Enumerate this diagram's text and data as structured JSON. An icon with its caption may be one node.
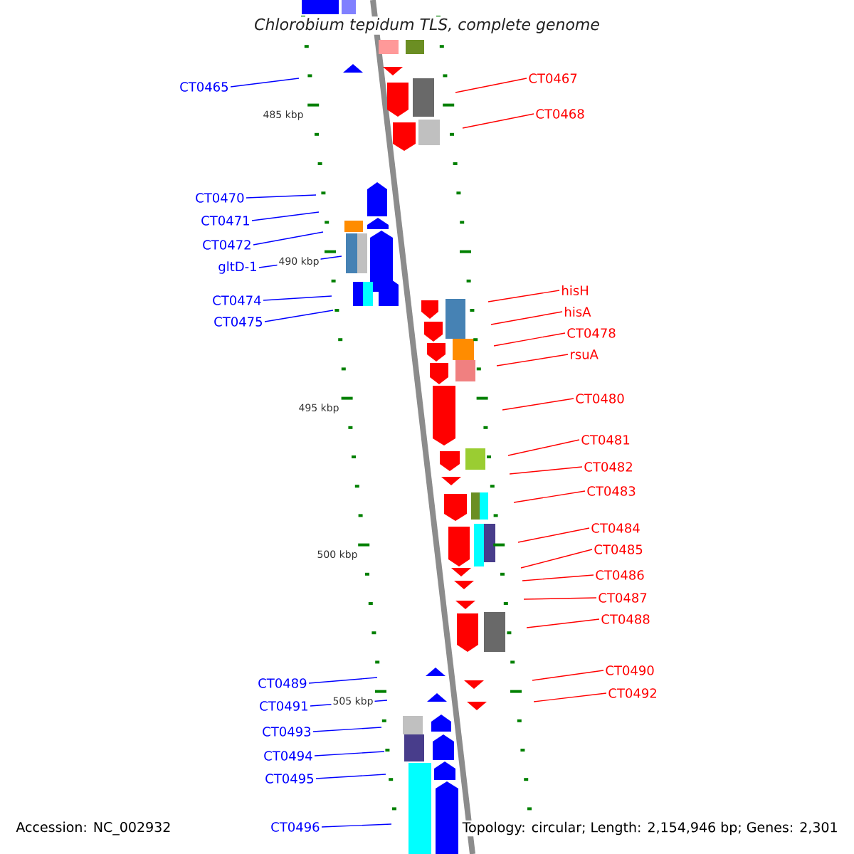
{
  "diagram": {
    "title": "*Chlorobium tepidum* TLS, complete genome",
    "nodes": [
      {
        "text": [
          "CT0465"
        ]
      },
      {
        "text": [
          "CT0467"
        ]
      },
      {
        "text": [
          "CT0468"
        ]
      },
      {
        "text": [
          "CT0470"
        ]
      },
      {
        "text": [
          "CT0471"
        ]
      },
      {
        "text": [
          "CT0472"
        ]
      },
      {
        "text": [
          "gltD-1"
        ]
      },
      {
        "text": [
          "CT0474"
        ]
      },
      {
        "text": [
          "CT0475"
        ]
      },
      {
        "text": [
          "hisH"
        ]
      },
      {
        "text": [
          "hisA"
        ]
      },
      {
        "text": [
          "CT0478"
        ]
      },
      {
        "text": [
          "rsuA"
        ]
      },
      {
        "text": [
          "CT0480"
        ]
      },
      {
        "text": [
          "CT0481"
        ]
      },
      {
        "text": [
          "CT0482"
        ]
      },
      {
        "text": [
          "CT0483"
        ]
      },
      {
        "text": [
          "CT0484"
        ]
      },
      {
        "text": [
          "CT0485"
        ]
      },
      {
        "text": [
          "CT0486"
        ]
      },
      {
        "text": [
          "CT0487"
        ]
      },
      {
        "text": [
          "CT0488"
        ]
      },
      {
        "text": [
          "CT0489"
        ]
      },
      {
        "text": [
          "CT0490"
        ]
      },
      {
        "text": [
          "CT0491"
        ]
      },
      {
        "text": [
          "CT0492"
        ]
      },
      {
        "text": [
          "CT0493"
        ]
      },
      {
        "text": [
          "CT0494"
        ]
      },
      {
        "text": [
          "CT0495"
        ]
      },
      {
        "text": [
          "CT0496"
        ]
      }
    ],
    "edges": [
      {
        "from": 0,
        "to": null,
        "arrow": "none",
        "color": "#0000ff"
      },
      {
        "from": 1,
        "to": null,
        "arrow": "none"
      },
      {
        "from": 2,
        "to": null,
        "arrow": "none"
      },
      {
        "from": 3,
        "to": null,
        "arrow": "none",
        "color": "#0000ff"
      },
      {
        "from": 4,
        "to": null,
        "arrow": "none",
        "color": "#0000ff"
      },
      {
        "from": 5,
        "to": null,
        "arrow": "none",
        "color": "#0000ff"
      },
      {
        "from": 6,
        "to": null,
        "arrow": "none",
        "color": "#0000ff"
      },
      {
        "from": 7,
        "to": null,
        "arrow": "none",
        "color": "#0000ff"
      },
      {
        "from": 8,
        "to": null,
        "arrow": "none",
        "color": "#0000ff"
      },
      {
        "from": 9,
        "to": null,
        "arrow": "none"
      },
      {
        "from": 10,
        "to": null,
        "arrow": "none"
      },
      {
        "from": 11,
        "to": null,
        "arrow": "none"
      },
      {
        "from": 12,
        "to": null,
        "arrow": "none"
      },
      {
        "from": 13,
        "to": null,
        "arrow": "none"
      },
      {
        "from": 14,
        "to": null,
        "arrow": "none"
      },
      {
        "from": 15,
        "to": null,
        "arrow": "none"
      },
      {
        "from": 16,
        "to": null,
        "arrow": "none"
      },
      {
        "from": 17,
        "to": null,
        "arrow": "none"
      },
      {
        "from": 18,
        "to": null,
        "arrow": "none"
      },
      {
        "from": 19,
        "to": null,
        "arrow": "none"
      },
      {
        "from": 20,
        "to": null,
        "arrow": "none"
      },
      {
        "from": 21,
        "to": null,
        "arrow": "none"
      },
      {
        "from": 22,
        "to": null,
        "arrow": "none",
        "color": "#0000ff"
      },
      {
        "from": 23,
        "to": null,
        "arrow": "none"
      },
      {
        "from": 24,
        "to": null,
        "arrow": "none",
        "color": "#0000ff"
      },
      {
        "from": 25,
        "to": null,
        "arrow": "none"
      },
      {
        "from": 26,
        "to": null,
        "arrow": "none",
        "color": "#0000ff"
      },
      {
        "from": 27,
        "to": null,
        "arrow": "none",
        "color": "#0000ff"
      },
      {
        "from": 28,
        "to": null,
        "arrow": "none",
        "color": "#0000ff"
      },
      {
        "from": 29,
        "to": null,
        "arrow": "none",
        "color": "#0000ff"
      }
    ],
    "labels": [
      "485 kbp",
      "490 kbp",
      "495 kbp",
      "500 kbp",
      "505 kbp",
      "Accession: NC_002932",
      "Topology: circular; Length: 2,154,946 bp; Genes: 2,301"
    ]
  }
}
